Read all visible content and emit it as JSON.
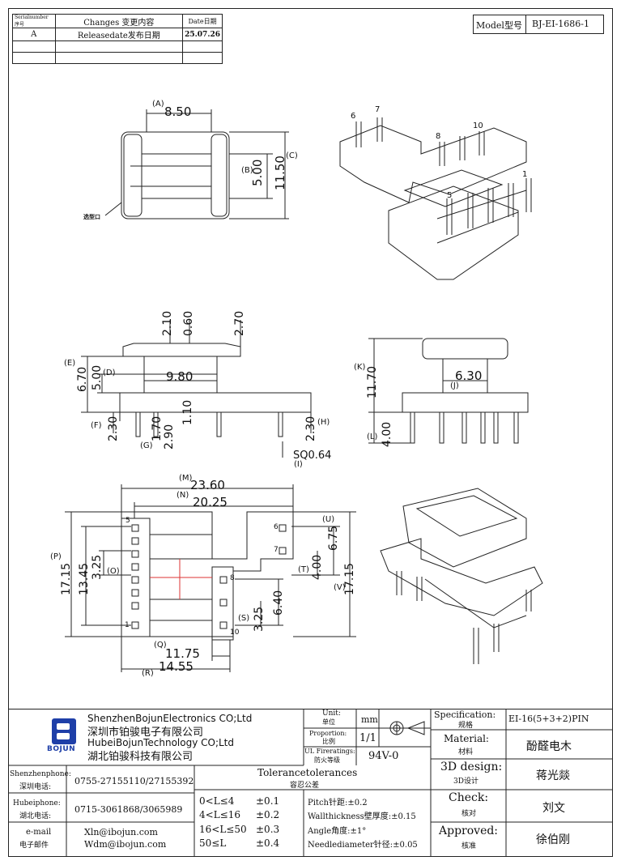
{
  "revision_table": {
    "headers": {
      "serial": "Serialnumber序号",
      "changes": "Changes 变更内容",
      "date": "Date日期"
    },
    "rows": [
      {
        "serial": "A",
        "changes": "Releasedate发布日期",
        "date": "25.07.26"
      },
      {
        "serial": "",
        "changes": "",
        "date": ""
      },
      {
        "serial": "",
        "changes": "",
        "date": ""
      }
    ]
  },
  "model": {
    "label": "Model型号",
    "value": "BJ-EI-1686-1"
  },
  "top_view": {
    "dim_a": "8.50",
    "dim_a_tag": "(A)",
    "dim_b": "5.00",
    "dim_b_tag": "(B)",
    "dim_c": "11.50",
    "dim_c_tag": "(C)",
    "note": "选型口"
  },
  "iso_top": {
    "pins": [
      "6",
      "7",
      "8",
      "10",
      "1",
      "5"
    ]
  },
  "front_view": {
    "d_210": "2.10",
    "d_060": "0.60",
    "d_270": "2.70",
    "d_670": "6.70",
    "d_e": "(E)",
    "d_500": "5.00",
    "d_d": "(D)",
    "d_980": "9.80",
    "d_110": "1.10",
    "d_230a": "2.30",
    "d_f": "(F)",
    "d_170": "1.70",
    "d_290": "2.90",
    "d_g": "(G)",
    "d_230b": "2.30",
    "d_h": "(H)",
    "d_sq": "SQ0.64",
    "d_i": "(I)"
  },
  "side_view": {
    "d_1170": "11.70",
    "d_k": "(K)",
    "d_630": "6.30",
    "d_j": "(J)",
    "d_400": "4.00",
    "d_l": "(L)"
  },
  "bottom_view": {
    "d_2360": "23.60",
    "d_m": "(M)",
    "d_2025": "20.25",
    "d_n": "(N)",
    "d_1715a": "17.15",
    "d_p": "(P)",
    "d_1345": "13.45",
    "d_325a": "3.25",
    "d_o": "(O)",
    "d_675": "6.75",
    "d_u": "(U)",
    "d_400": "4.00",
    "d_t": "(T)",
    "d_1715b": "17.15",
    "d_v": "(V)",
    "d_640": "6.40",
    "d_325b": "3.25",
    "d_s": "(S)",
    "d_1175": "11.75",
    "d_q": "(Q)",
    "d_1455": "14.55",
    "d_r": "(R)",
    "pins": [
      "5",
      "1",
      "6",
      "7",
      "8",
      "10"
    ]
  },
  "title_block": {
    "company_en1": "ShenzhenBojunElectronics CO;Ltd",
    "company_cn1": "深圳市铂骏电子有限公司",
    "company_en2": "HubeiBojunTechnology CO;Ltd",
    "company_cn2": "湖北铂骏科技有限公司",
    "logo_text": "BOJUN",
    "unit_label": "Unit:",
    "unit_label_cn": "单位",
    "unit_value": "mm",
    "proportion_label": "Proportion:",
    "proportion_label_cn": "比例",
    "proportion_value": "1/1",
    "ul_label": "UL Fireratings:",
    "ul_label_cn": "防火等级",
    "ul_value": "94V-0",
    "spec_label": "Specification:",
    "spec_label_cn": "规格",
    "spec_value": "EI-16(5+3+2)PIN",
    "material_label": "Material:",
    "material_label_cn": "材料",
    "material_value": "酚醛电木",
    "design_label": "3D design:",
    "design_label_cn": "3D设计",
    "design_value": "蒋光燚",
    "check_label": "Check:",
    "check_label_cn": "核对",
    "check_value": "刘文",
    "approved_label": "Approved:",
    "approved_label_cn": "核准",
    "approved_value": "徐伯刚",
    "sz_phone_label": "Shenzhenphone:",
    "sz_phone_label_cn": "深圳电话:",
    "sz_phone": "0755-27155110/27155392",
    "hb_phone_label": "Hubeiphone:",
    "hb_phone_label_cn": "湖北电话:",
    "hb_phone": "0715-3061868/3065989",
    "email_label": "e-mail",
    "email_label_cn": "电子邮件",
    "email1": "Xln@ibojun.com",
    "email2": "Wdm@ibojun.com",
    "tol_title": "Tolerancetolerances",
    "tol_title_cn": "容忍公差",
    "tolerances": [
      {
        "range": "0<L≤4",
        "value": "±0.1"
      },
      {
        "range": "4<L≤16",
        "value": "±0.2"
      },
      {
        "range": "16<L≤50",
        "value": "±0.3"
      },
      {
        "range": "50≤L",
        "value": "±0.4"
      }
    ],
    "notes": [
      "Pitch针距:±0.2",
      "Wallthickness壁厚度:±0.15",
      "Angle角度:±1°",
      "Needlediameter针径:±0.05"
    ]
  }
}
